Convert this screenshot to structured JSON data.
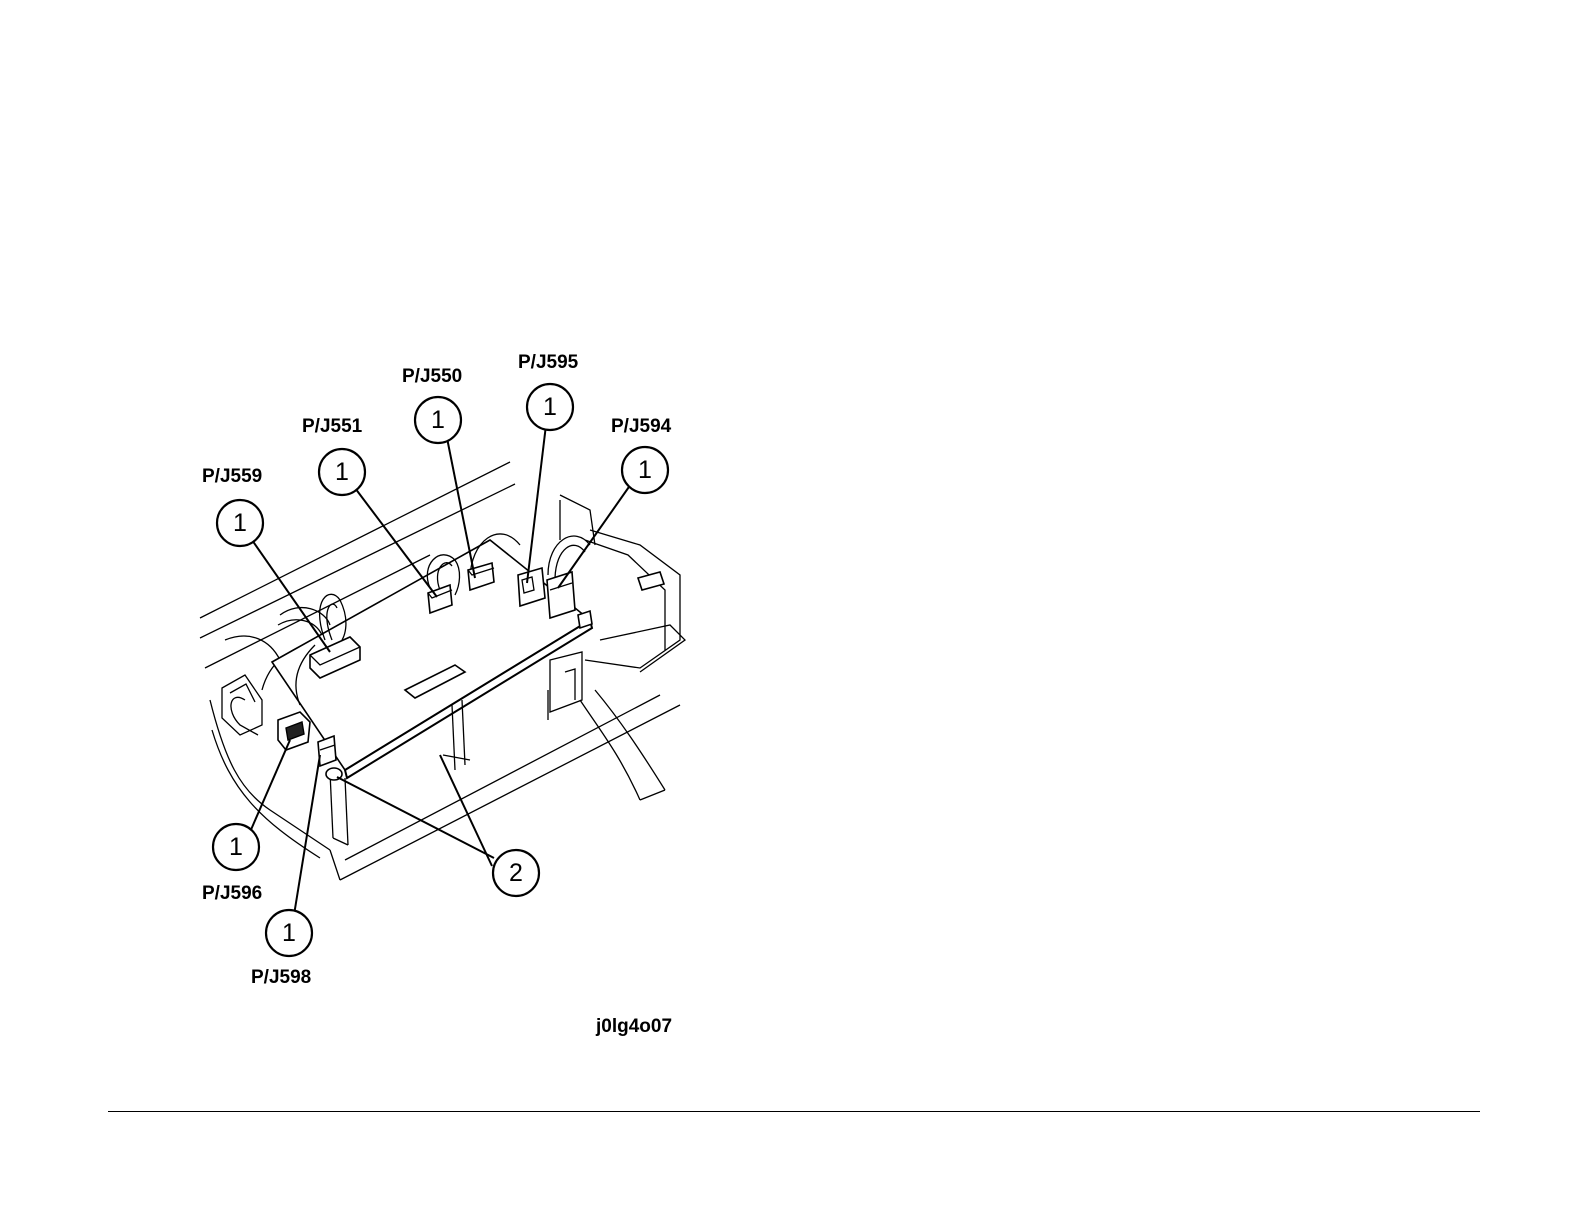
{
  "figure": {
    "connectors": [
      {
        "callout": "1",
        "label": "P/J559"
      },
      {
        "callout": "1",
        "label": "P/J551"
      },
      {
        "callout": "1",
        "label": "P/J550"
      },
      {
        "callout": "1",
        "label": "P/J595"
      },
      {
        "callout": "1",
        "label": "P/J594"
      },
      {
        "callout": "1",
        "label": "P/J596"
      },
      {
        "callout": "1",
        "label": "P/J598"
      }
    ],
    "support": {
      "callout": "2"
    },
    "figure_id": "j0lg4o07"
  }
}
